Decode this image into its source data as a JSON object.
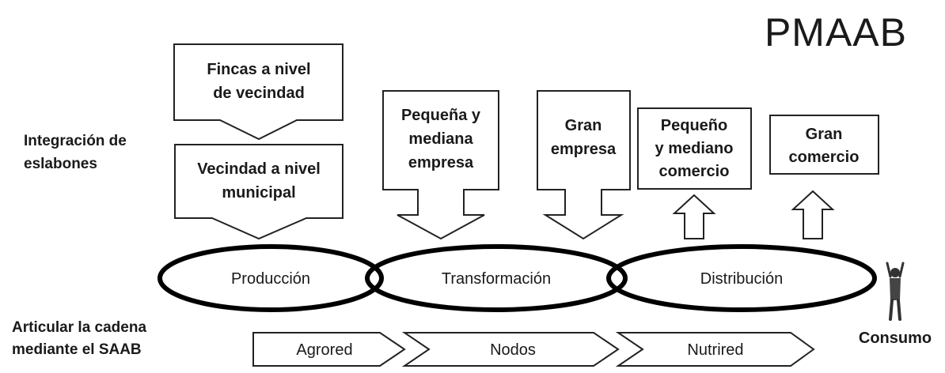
{
  "title": "PMAAB",
  "row_labels": {
    "integration": [
      "Integración de",
      "eslabones"
    ],
    "articulation": [
      "Articular la cadena",
      "mediante el SAAB"
    ]
  },
  "production_blocks": [
    {
      "lines": [
        "Fincas a nivel",
        "de vecindad"
      ]
    },
    {
      "lines": [
        "Vecindad a nivel",
        "municipal"
      ]
    }
  ],
  "industry_blocks": [
    {
      "lines": [
        "Pequeña y",
        "mediana",
        "empresa"
      ]
    },
    {
      "lines": [
        "Gran",
        "empresa"
      ]
    }
  ],
  "commerce_blocks": [
    {
      "lines": [
        "Pequeño",
        "y mediano",
        "comercio"
      ]
    },
    {
      "lines": [
        "Gran",
        "comercio"
      ]
    }
  ],
  "stages": [
    "Producción",
    "Transformación",
    "Distribución"
  ],
  "networks": [
    "Agrored",
    "Nodos",
    "Nutrired"
  ],
  "consumer": {
    "label": "Consumo",
    "icon": "person-arms-raised-icon"
  }
}
